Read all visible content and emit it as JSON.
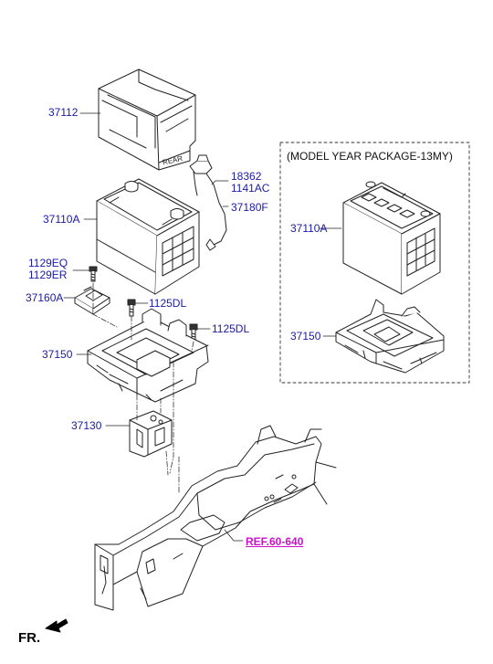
{
  "labels": {
    "tray_cover": "37112",
    "sensor_top": "18362",
    "sensor_bottom": "1141AC",
    "cable": "37180F",
    "battery": "37110A",
    "screw_top": "1129EQ",
    "screw_bottom": "1129ER",
    "clamp": "37160A",
    "bolt_1": "1125DL",
    "bolt_2": "1125DL",
    "tray": "37150",
    "bracket": "37130",
    "pkg_battery": "37110A",
    "pkg_tray": "37150"
  },
  "package_title": "(MODEL YEAR PACKAGE-13MY)",
  "ref_link": "REF.60-640",
  "direction_label": "FR.",
  "cover_text": "REAR",
  "colors": {
    "label": "#1a1aa6",
    "ref": "#cc10cc",
    "line": "#222222"
  }
}
